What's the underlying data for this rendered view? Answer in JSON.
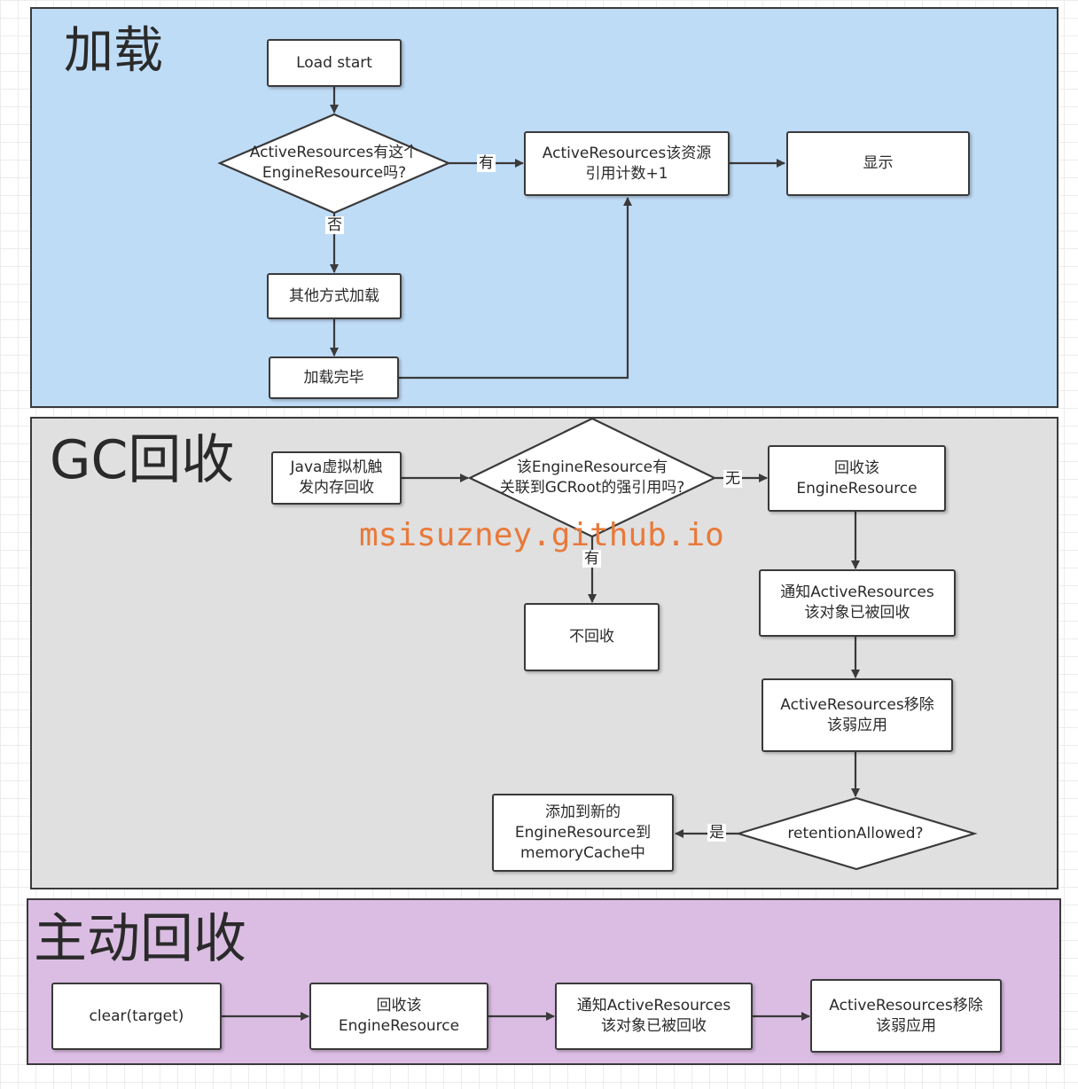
{
  "sections": {
    "load": {
      "title": "加载",
      "color": "#bfdcf7"
    },
    "gc": {
      "title": "GC回收",
      "color": "#e0e0e0"
    },
    "active": {
      "title": "主动回收",
      "color": "#dbbde3"
    }
  },
  "load": {
    "start": "Load start",
    "check": "ActiveResources有这个\nEngineResource吗?",
    "refcount": "ActiveResources该资源\n引用计数+1",
    "display": "显示",
    "other": "其他方式加载",
    "done": "加载完毕",
    "label_yes": "有",
    "label_no": "否"
  },
  "gc": {
    "trigger": "Java虚拟机触\n发内存回收",
    "check": "该EngineResource有\n关联到GCRoot的强引用吗?",
    "recycle": "回收该\nEngineResource",
    "notify": "通知ActiveResources\n该对象已被回收",
    "remove": "ActiveResources移除\n该弱应用",
    "no_recycle": "不回收",
    "retention": "retentionAllowed?",
    "add_cache": "添加到新的\nEngineResource到\nmemoryCache中",
    "label_none": "无",
    "label_has": "有",
    "label_yes": "是"
  },
  "active": {
    "clear": "clear(target)",
    "recycle": "回收该\nEngineResource",
    "notify": "通知ActiveResources\n该对象已被回收",
    "remove": "ActiveResources移除\n该弱应用"
  },
  "watermark": "msisuzney.github.io",
  "colors": {
    "watermark": "#e8793a",
    "stroke": "#3a3a3a"
  }
}
